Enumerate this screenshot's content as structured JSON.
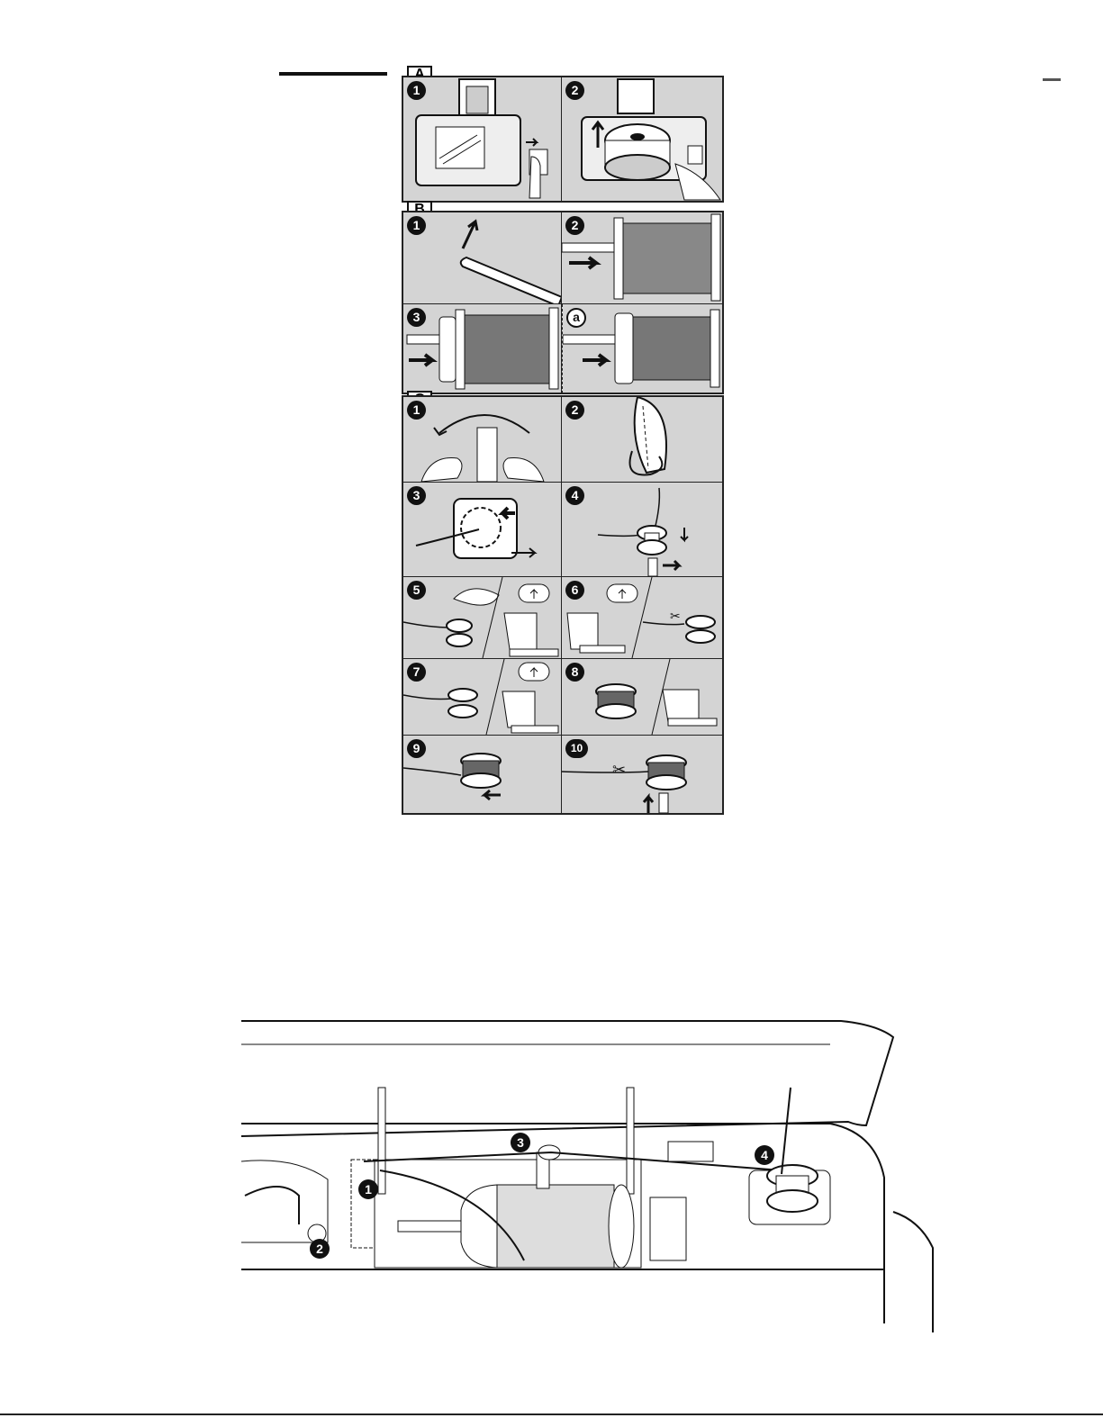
{
  "section_labels": {
    "a": "A",
    "b": "B",
    "c": "C"
  },
  "step_labels": {
    "a1": "1",
    "a2": "2",
    "b1": "1",
    "b2": "2",
    "b3": "3",
    "ba": "a",
    "c1": "1",
    "c2": "2",
    "c3": "3",
    "c4": "4",
    "c5": "5",
    "c6": "6",
    "c7": "7",
    "c8": "8",
    "c9": "9",
    "c10": "10"
  },
  "callouts": {
    "c1": "1",
    "c2": "2",
    "c3": "3",
    "c4": "4"
  },
  "icons": {
    "presser-foot": "presser-foot-icon",
    "bobbin": "bobbin-icon",
    "spool": "thread-spool-icon",
    "foot-pedal": "foot-pedal-icon",
    "scissors": "scissors-icon",
    "arrow": "arrow-icon"
  },
  "colors": {
    "panel_bg": "#d4d4d4",
    "ink": "#111111"
  }
}
